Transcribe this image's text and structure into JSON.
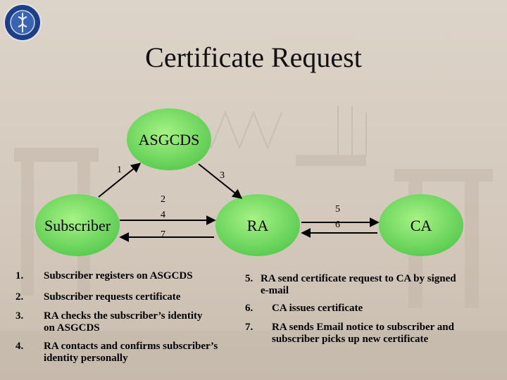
{
  "title": "Certificate Request",
  "nodes": {
    "asgcds": "ASGCDS",
    "subscriber": "Subscriber",
    "ra": "RA",
    "ca": "CA"
  },
  "edge_labels": {
    "one": "1",
    "three": "3",
    "two": "2",
    "four": "4",
    "seven": "7",
    "five": "5",
    "six": "6"
  },
  "steps_left": [
    {
      "n": "1.",
      "text": "Subscriber registers on ASGCDS"
    },
    {
      "n": "2.",
      "text": "Subscriber requests certificate"
    },
    {
      "n": "3.",
      "text": "RA checks the subscriber’s identity on ASGCDS"
    },
    {
      "n": "4.",
      "text": "RA contacts and confirms subscriber’s identity personally"
    }
  ],
  "steps_right": [
    {
      "n": "5.",
      "text": "RA send certificate request to CA by signed e-mail"
    },
    {
      "n": "6.",
      "text": "CA issues certificate"
    },
    {
      "n": "7.",
      "text": "RA sends Email notice to subscriber and subscriber picks up new certificate"
    }
  ],
  "colors": {
    "node_fill_center": "#9af07a",
    "node_fill_edge": "#5fcf55",
    "background": "#d8cec2"
  }
}
